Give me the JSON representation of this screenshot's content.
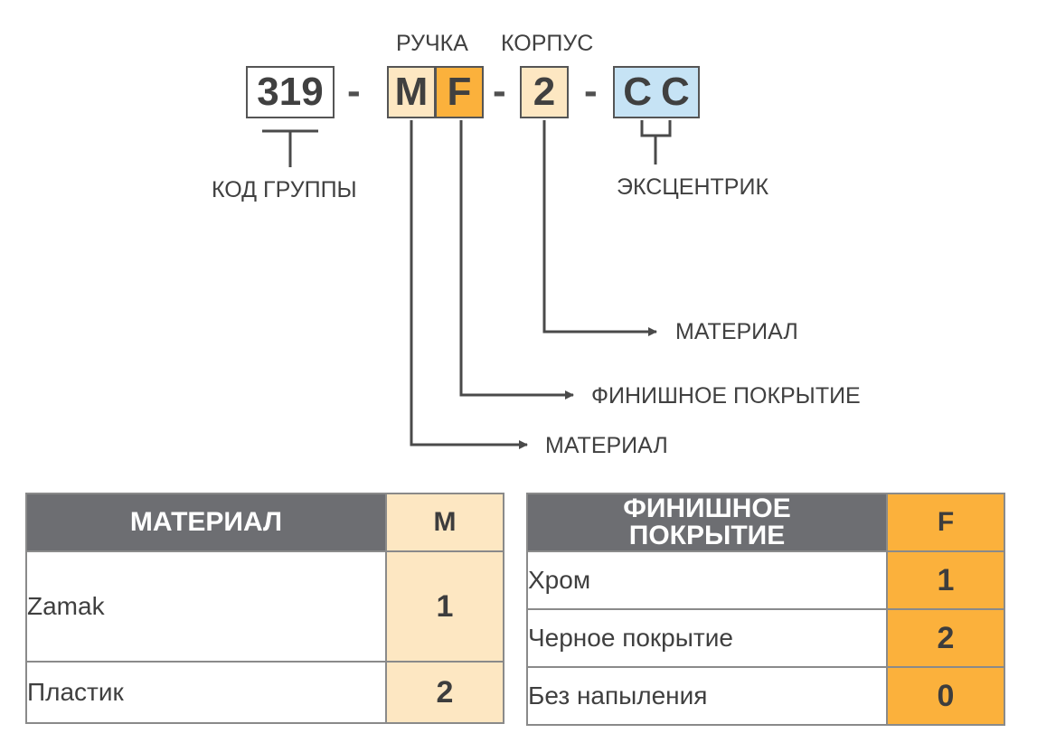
{
  "colors": {
    "handle_material_bg": "#fde7c2",
    "handle_finish_bg": "#fbb13c",
    "body_bg": "#fde7c2",
    "eccentric_bg": "#c6e3f5",
    "header_bg": "#6d6e72"
  },
  "code": {
    "group": "319",
    "handle_material": "M",
    "handle_finish": "F",
    "body": "2",
    "eccentric_1": "C",
    "eccentric_2": "C",
    "separator": "-"
  },
  "labels": {
    "handle": "РУЧКА",
    "body": "КОРПУС",
    "group_code": "КОД ГРУППЫ",
    "eccentric": "ЭКСЦЕНТРИК",
    "body_material": "МАТЕРИАЛ",
    "finish": "ФИНИШНОЕ ПОКРЫТИЕ",
    "handle_material": "МАТЕРИАЛ"
  },
  "material_table": {
    "header": "МАТЕРИАЛ",
    "code_header": "M",
    "rows": [
      {
        "name": "Zamak",
        "code": "1"
      },
      {
        "name": "Пластик",
        "code": "2"
      }
    ]
  },
  "finish_table": {
    "header_line1": "ФИНИШНОЕ",
    "header_line2": "ПОКРЫТИЕ",
    "code_header": "F",
    "rows": [
      {
        "name": "Хром",
        "code": "1"
      },
      {
        "name": "Черное покрытие",
        "code": "2"
      },
      {
        "name": "Без напыления",
        "code": "0"
      }
    ]
  }
}
